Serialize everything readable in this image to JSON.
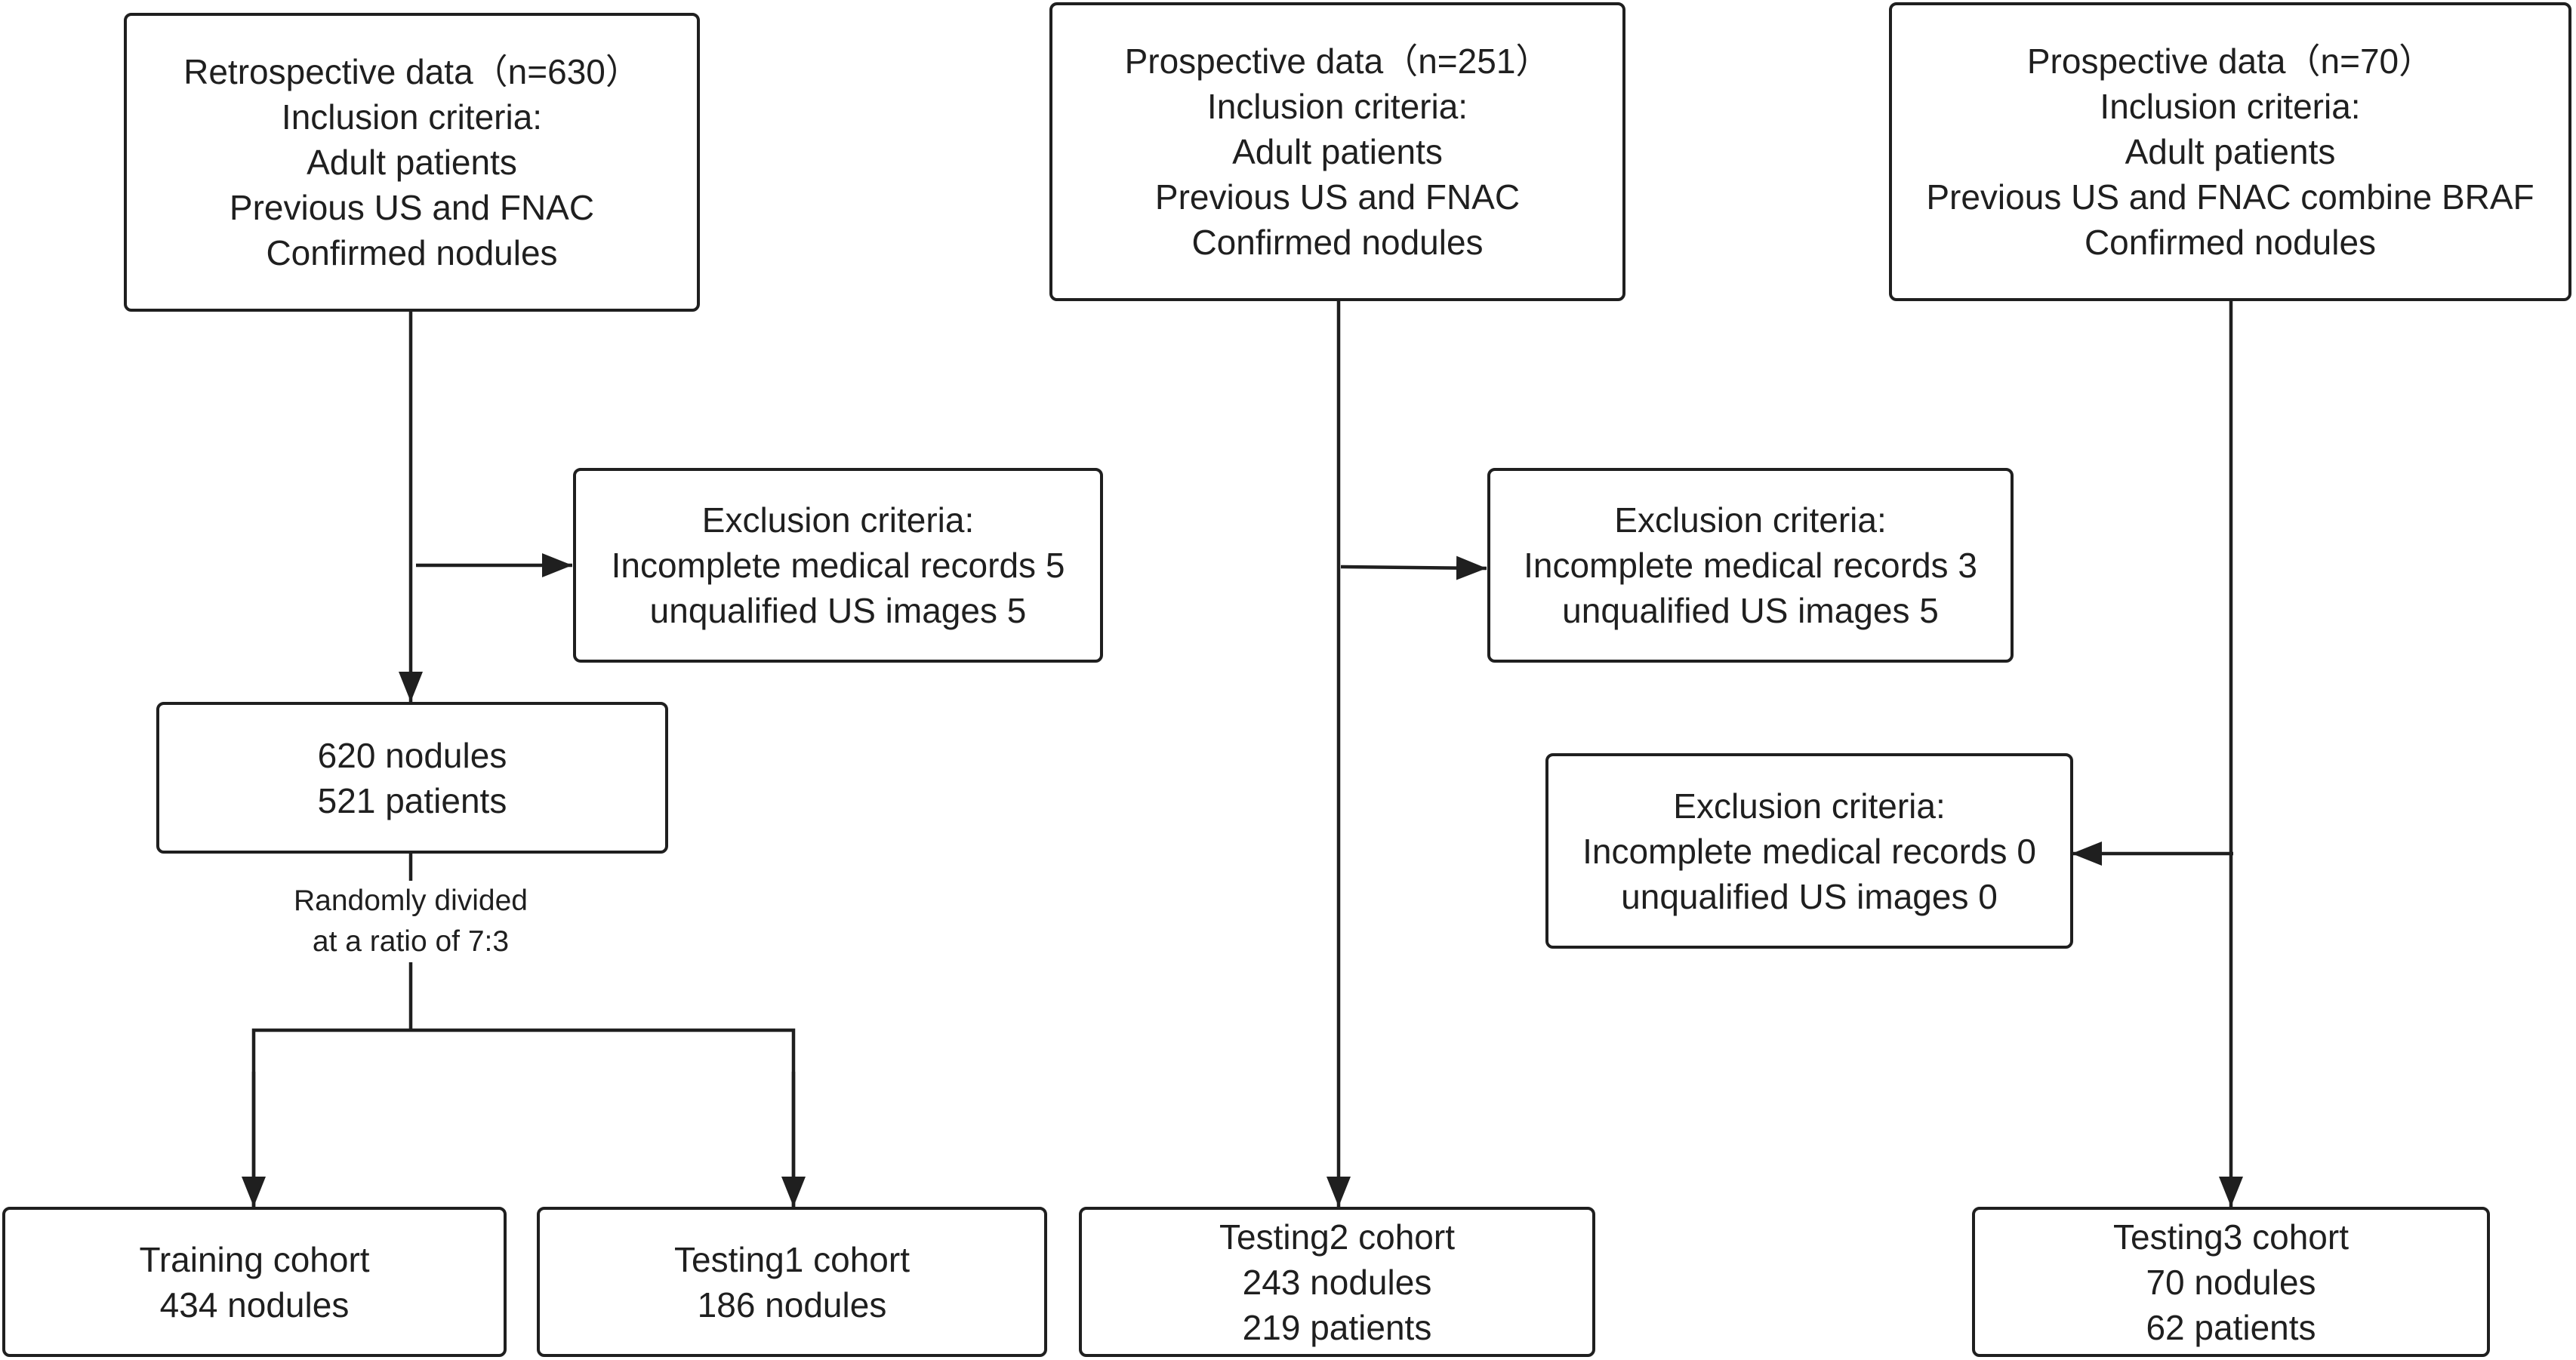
{
  "colors": {
    "stroke": "#1f1f1f",
    "background": "#ffffff"
  },
  "boxes": {
    "retro": {
      "lines": [
        "Retrospective data（n=630）",
        "Inclusion criteria:",
        "Adult patients",
        "Previous US and FNAC",
        "Confirmed nodules"
      ]
    },
    "prosp1": {
      "lines": [
        "Prospective data（n=251）",
        "Inclusion criteria:",
        "Adult patients",
        "Previous US and FNAC",
        "Confirmed nodules"
      ]
    },
    "prosp2": {
      "lines": [
        "Prospective data（n=70）",
        "Inclusion criteria:",
        "Adult patients",
        "Previous US and FNAC combine BRAF",
        "Confirmed nodules"
      ]
    },
    "excl1": {
      "lines": [
        "Exclusion criteria:",
        "Incomplete medical records 5",
        "unqualified US images 5"
      ]
    },
    "excl2": {
      "lines": [
        "Exclusion criteria:",
        "Incomplete medical records 3",
        "unqualified US images 5"
      ]
    },
    "excl3": {
      "lines": [
        "Exclusion criteria:",
        "Incomplete medical records 0",
        "unqualified US images 0"
      ]
    },
    "mid": {
      "lines": [
        "620 nodules",
        "521 patients"
      ]
    },
    "training": {
      "lines": [
        "Training cohort",
        "434 nodules"
      ]
    },
    "testing1": {
      "lines": [
        "Testing1 cohort",
        "186 nodules"
      ]
    },
    "testing2": {
      "lines": [
        "Testing2 cohort",
        "243 nodules",
        "219 patients"
      ]
    },
    "testing3": {
      "lines": [
        "Testing3 cohort",
        "70 nodules",
        "62 patients"
      ]
    }
  },
  "split_note": {
    "lines": [
      "Randomly divided",
      "at a ratio of 7:3"
    ]
  }
}
